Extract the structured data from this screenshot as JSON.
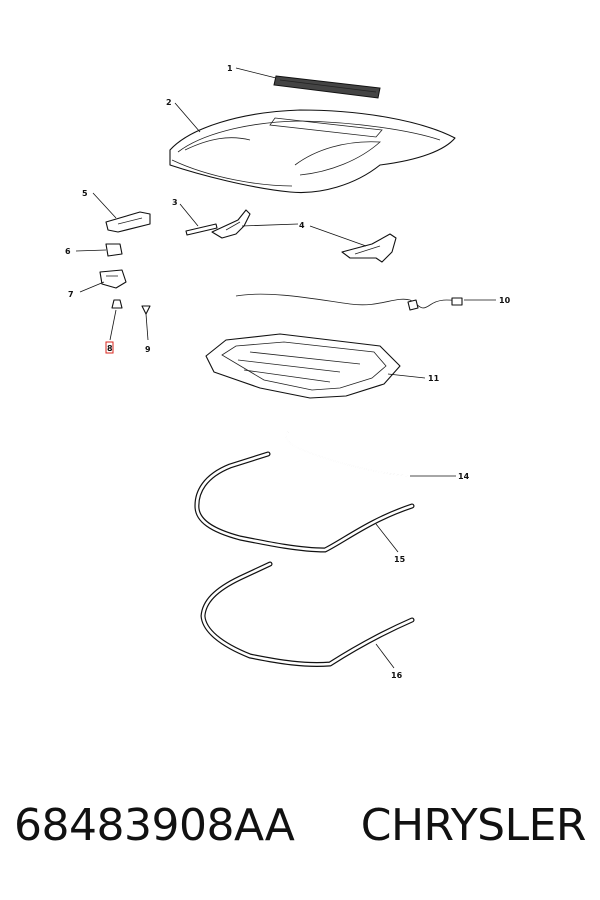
{
  "callouts": {
    "c1": "1",
    "c2": "2",
    "c3": "3",
    "c4": "4",
    "c5": "5",
    "c6": "6",
    "c7": "7",
    "c8": "8",
    "c9": "9",
    "c10": "10",
    "c11": "11",
    "c14": "14",
    "c15": "15",
    "c16": "16"
  },
  "footer": {
    "part_number": "68483908AA",
    "brand": "CHRYSLER"
  },
  "colors": {
    "line": "#111111",
    "highlight": "#d9261c"
  }
}
